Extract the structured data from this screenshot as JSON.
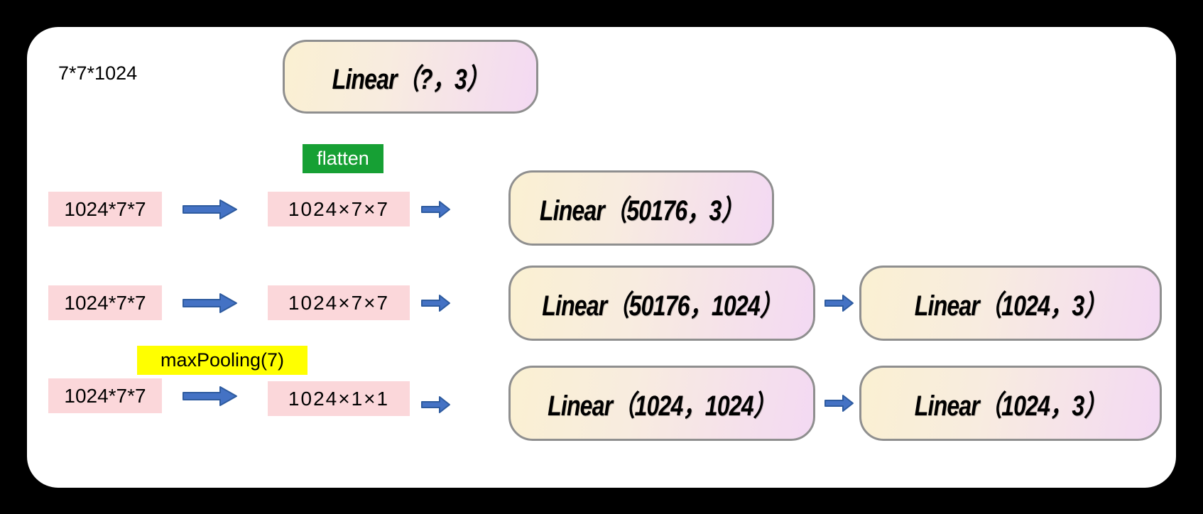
{
  "colors": {
    "page_bg": "#000000",
    "panel_bg": "#ffffff",
    "pink_box_bg": "#fbd7da",
    "green_bg": "#16a034",
    "yellow_bg": "#ffff00",
    "arrow_fill": "#4472c4",
    "arrow_stroke": "#2e5b9f",
    "grad_start": "#faf0d2",
    "grad_end": "#f3d9f3",
    "box_border": "#8f8f8f",
    "text_color": "#000000"
  },
  "top": {
    "dims_label": "7*7*1024",
    "linear_box": "Linear（?，3）"
  },
  "labels": {
    "flatten": "flatten",
    "maxpooling": "maxPooling(7)"
  },
  "rows": [
    {
      "input": "1024*7*7",
      "transformed": "1024×7×7",
      "linear1": "Linear（50176，3）"
    },
    {
      "input": "1024*7*7",
      "transformed": "1024×7×7",
      "linear1": "Linear（50176，1024）",
      "linear2": "Linear（1024，3）"
    },
    {
      "input": "1024*7*7",
      "transformed": "1024×1×1",
      "linear1": "Linear（1024，1024）",
      "linear2": "Linear（1024，3）"
    }
  ]
}
